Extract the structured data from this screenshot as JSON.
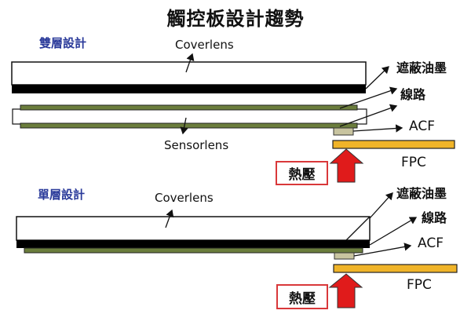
{
  "title": "觸控板設計趨勢",
  "colors": {
    "section_label": "#2a3a9a",
    "cover_lens": "#ffffff",
    "shield_ink": "#000000",
    "circuit": "#6b7d3c",
    "acf": "#c8c4a0",
    "fpc": "#f0b429",
    "heat_arrow": "#e01b1b",
    "heat_box_border": "#d9383a"
  },
  "double_layer": {
    "section_label": "雙層設計",
    "cover_lens_label": "Coverlens",
    "sensor_lens_label": "Sensorlens",
    "shield_ink_label": "遮蔽油墨",
    "circuit_label": "線路",
    "acf_label": "ACF",
    "fpc_label": "FPC",
    "heat_press_label": "熱壓"
  },
  "single_layer": {
    "section_label": "單層設計",
    "cover_lens_label": "Coverlens",
    "shield_ink_label": "遮蔽油墨",
    "circuit_label": "線路",
    "acf_label": "ACF",
    "fpc_label": "FPC",
    "heat_press_label": "熱壓"
  }
}
